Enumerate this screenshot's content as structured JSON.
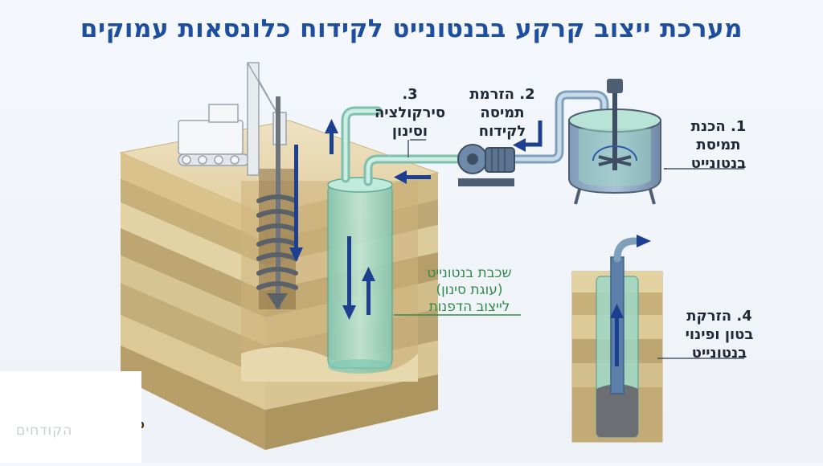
{
  "title": "מערכת ייצוב קרקע בבנטונייט לקידוח כלונסאות עמוקים",
  "steps": {
    "step1": {
      "lines": [
        "1. הכנת",
        "תמיסת",
        "בנטונייט"
      ]
    },
    "step2": {
      "lines": [
        "2. הזרמת",
        "תמיסה",
        "לקידוח"
      ]
    },
    "step3": {
      "lines": [
        "3.",
        "סירקולציה",
        "וסינון"
      ]
    },
    "step4": {
      "lines": [
        "4. הזרקת",
        "בטון ופינוי",
        "בנטונייט"
      ]
    }
  },
  "layer_label": {
    "lines": [
      "שכבת בנטונייט",
      "(עוגת סינון)",
      "לייצוב הדפנות"
    ]
  },
  "brand": {
    "name": "הקודחים"
  },
  "colors": {
    "title": "#1e4f9e",
    "arrow": "#1d3f8f",
    "fluid": "#8fd3c2",
    "pipe": "#9ccfc0",
    "annotation": "#2f8a4a"
  },
  "icons": [
    "drilling-rig-icon",
    "auger-icon",
    "pump-icon",
    "mixing-tank-icon",
    "hard-hat-icon",
    "safety-goggles-icon"
  ]
}
